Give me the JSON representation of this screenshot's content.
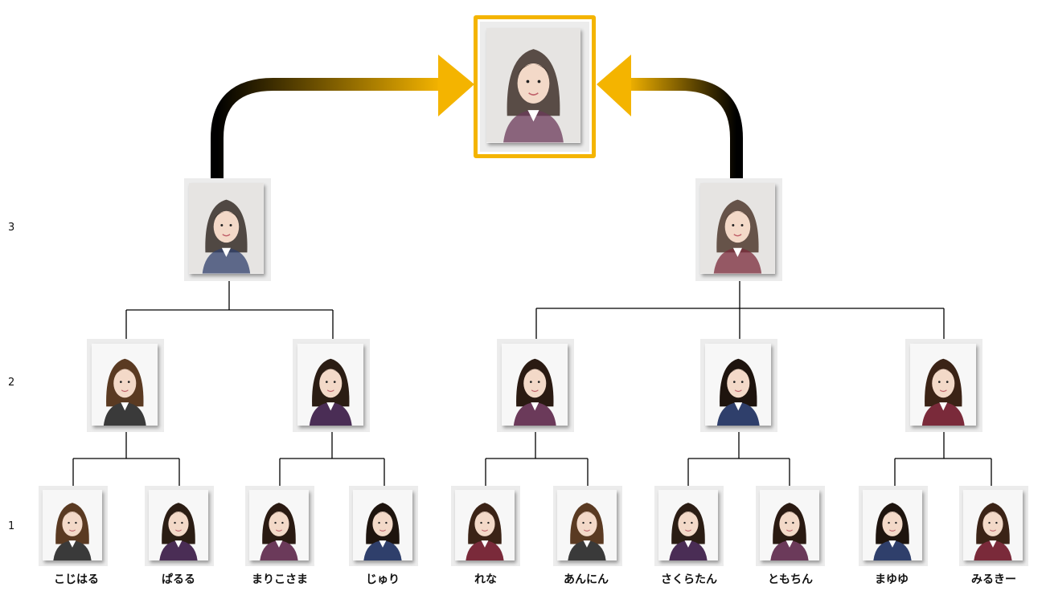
{
  "level_labels": [
    "3",
    "2",
    "1"
  ],
  "colors": {
    "accent": "#f4b400",
    "connector": "#000000",
    "arrow_start": "#000000",
    "arrow_end": "#f4b400"
  },
  "root": {
    "label": "",
    "photo": "blended-face-portrait"
  },
  "level3": [
    {
      "id": "L3a",
      "photo": "blended-face-portrait"
    },
    {
      "id": "L3b",
      "photo": "blended-face-portrait"
    }
  ],
  "level2": [
    {
      "id": "L2a",
      "photo": "blended-face-portrait"
    },
    {
      "id": "L2b",
      "photo": "blended-face-portrait"
    },
    {
      "id": "L2c",
      "photo": "blended-face-portrait"
    },
    {
      "id": "L2d",
      "photo": "blended-face-portrait"
    },
    {
      "id": "L2e",
      "photo": "blended-face-portrait"
    }
  ],
  "members": [
    {
      "name": "こじはる",
      "photo": "member-portrait"
    },
    {
      "name": "ぱるる",
      "photo": "member-portrait"
    },
    {
      "name": "まりこさま",
      "photo": "member-portrait"
    },
    {
      "name": "じゅり",
      "photo": "member-portrait"
    },
    {
      "name": "れな",
      "photo": "member-portrait"
    },
    {
      "name": "あんにん",
      "photo": "member-portrait"
    },
    {
      "name": "さくらたん",
      "photo": "member-portrait"
    },
    {
      "name": "ともちん",
      "photo": "member-portrait"
    },
    {
      "name": "まゆゆ",
      "photo": "member-portrait"
    },
    {
      "name": "みるきー",
      "photo": "member-portrait"
    }
  ]
}
